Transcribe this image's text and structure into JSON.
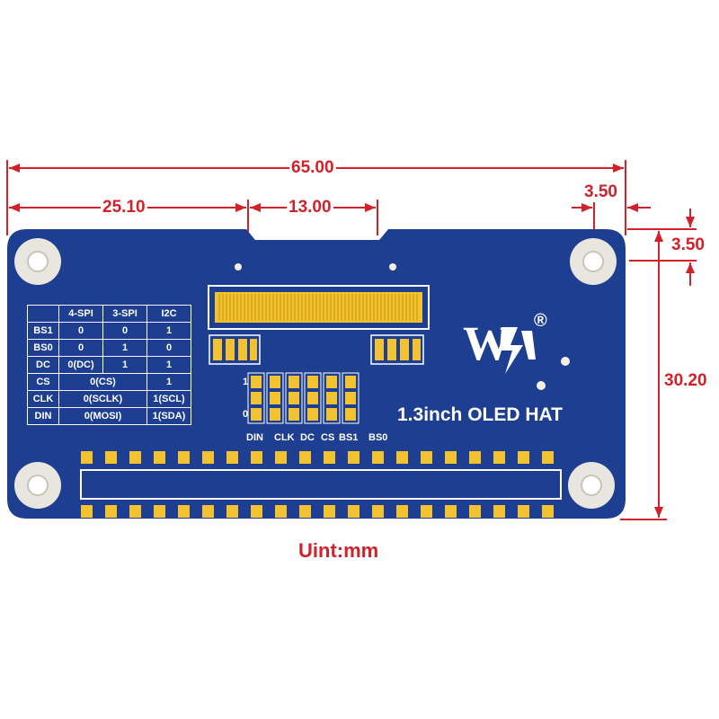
{
  "dimensions": {
    "overall_width": "65.00",
    "left_offset": "25.10",
    "slot_width": "13.00",
    "hole_offset_x": "3.50",
    "hole_offset_y": "3.50",
    "height": "30.20"
  },
  "unit_label": "Uint:mm",
  "board": {
    "title": "1.3inch OLED HAT",
    "brand_mark": "W",
    "registered_symbol": "®",
    "jumper_row_top": "1",
    "jumper_row_bottom": "0",
    "jumper_labels": [
      "DIN",
      "CLK",
      "DC",
      "CS",
      "BS1",
      "BS0"
    ],
    "colors": {
      "pcb": "#1e3f91",
      "pad": "#f2c230",
      "dimension": "#d42028"
    }
  },
  "mode_table": {
    "headers": [
      "",
      "4-SPI",
      "3-SPI",
      "I2C"
    ],
    "rows": [
      [
        "BS1",
        "0",
        "0",
        "1"
      ],
      [
        "BS0",
        "0",
        "1",
        "0"
      ],
      [
        "DC",
        "0(DC)",
        "1",
        "1"
      ],
      [
        "CS",
        "0(CS)",
        "1"
      ],
      [
        "CLK",
        "0(SCLK)",
        "1(SCL)"
      ],
      [
        "DIN",
        "0(MOSI)",
        "1(SDA)"
      ]
    ]
  }
}
